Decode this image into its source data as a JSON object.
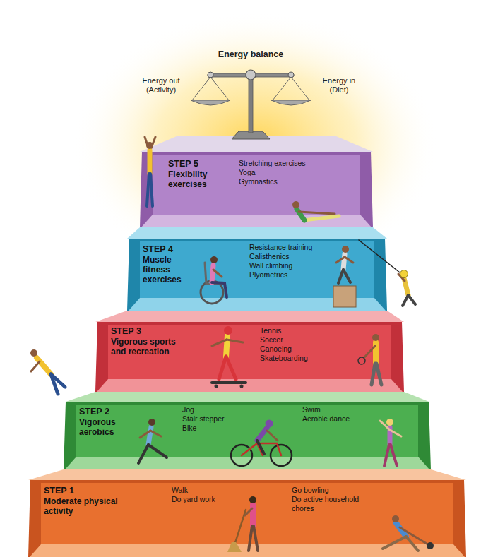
{
  "diagram": {
    "title": "Energy balance",
    "nodes": [
      {
        "text": [
          "STEP 5",
          "Flexibility exercises",
          "Stretching exercises",
          "Yoga",
          "Gymnastics"
        ]
      },
      {
        "text": [
          "STEP 4",
          "Muscle fitness exercises",
          "Resistance training",
          "Calisthenics",
          "Wall climbing",
          "Plyometrics"
        ]
      },
      {
        "text": [
          "STEP 3",
          "Vigorous sports and recreation",
          "Tennis",
          "Soccer",
          "Canoeing",
          "Skateboarding"
        ]
      },
      {
        "text": [
          "STEP 2",
          "Vigorous aerobics",
          "Jog",
          "Stair stepper",
          "Bike",
          "Swim",
          "Aerobic dance"
        ]
      },
      {
        "text": [
          "STEP 1",
          "Moderate physical activity",
          "Walk",
          "Do yard work",
          "Go bowling",
          "Do active household chores"
        ]
      }
    ],
    "labels": [
      "Energy out (Activity)",
      "Energy in (Diet)"
    ]
  }
}
